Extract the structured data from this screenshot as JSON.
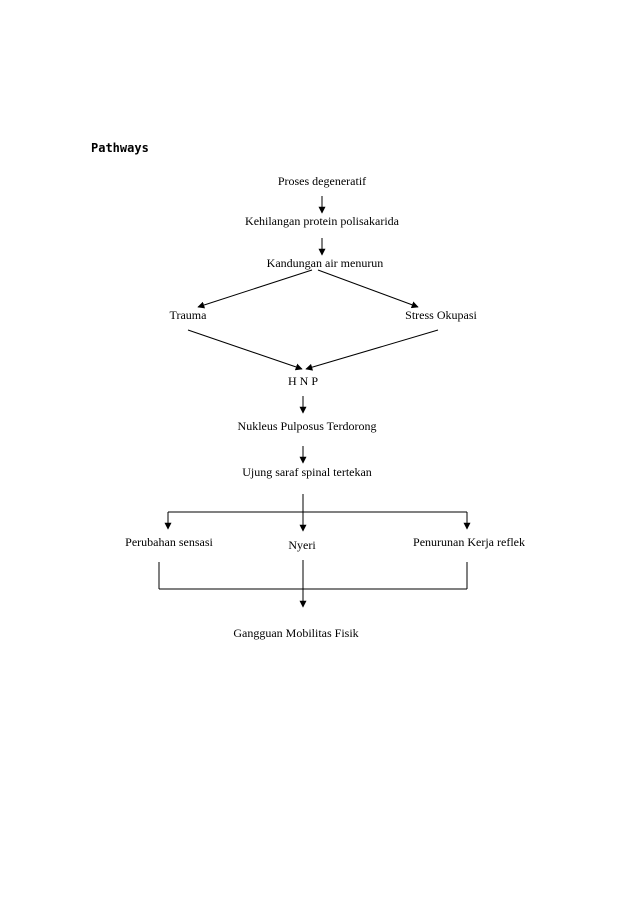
{
  "heading": "Pathways",
  "nodes": {
    "proses": "Proses degeneratif",
    "kehilangan": "Kehilangan protein polisakarida",
    "kandungan": "Kandungan air menurun",
    "trauma": "Trauma",
    "stress": "Stress Okupasi",
    "hnp": "H N P",
    "nukleus": "Nukleus Pulposus Terdorong",
    "ujung": "Ujung saraf spinal tertekan",
    "perubahan": "Perubahan sensasi",
    "nyeri": "Nyeri",
    "penurunan": "Penurunan Kerja reflek",
    "gangguan": "Gangguan Mobilitas Fisik"
  },
  "colors": {
    "ink": "#000000",
    "background": "#ffffff"
  }
}
